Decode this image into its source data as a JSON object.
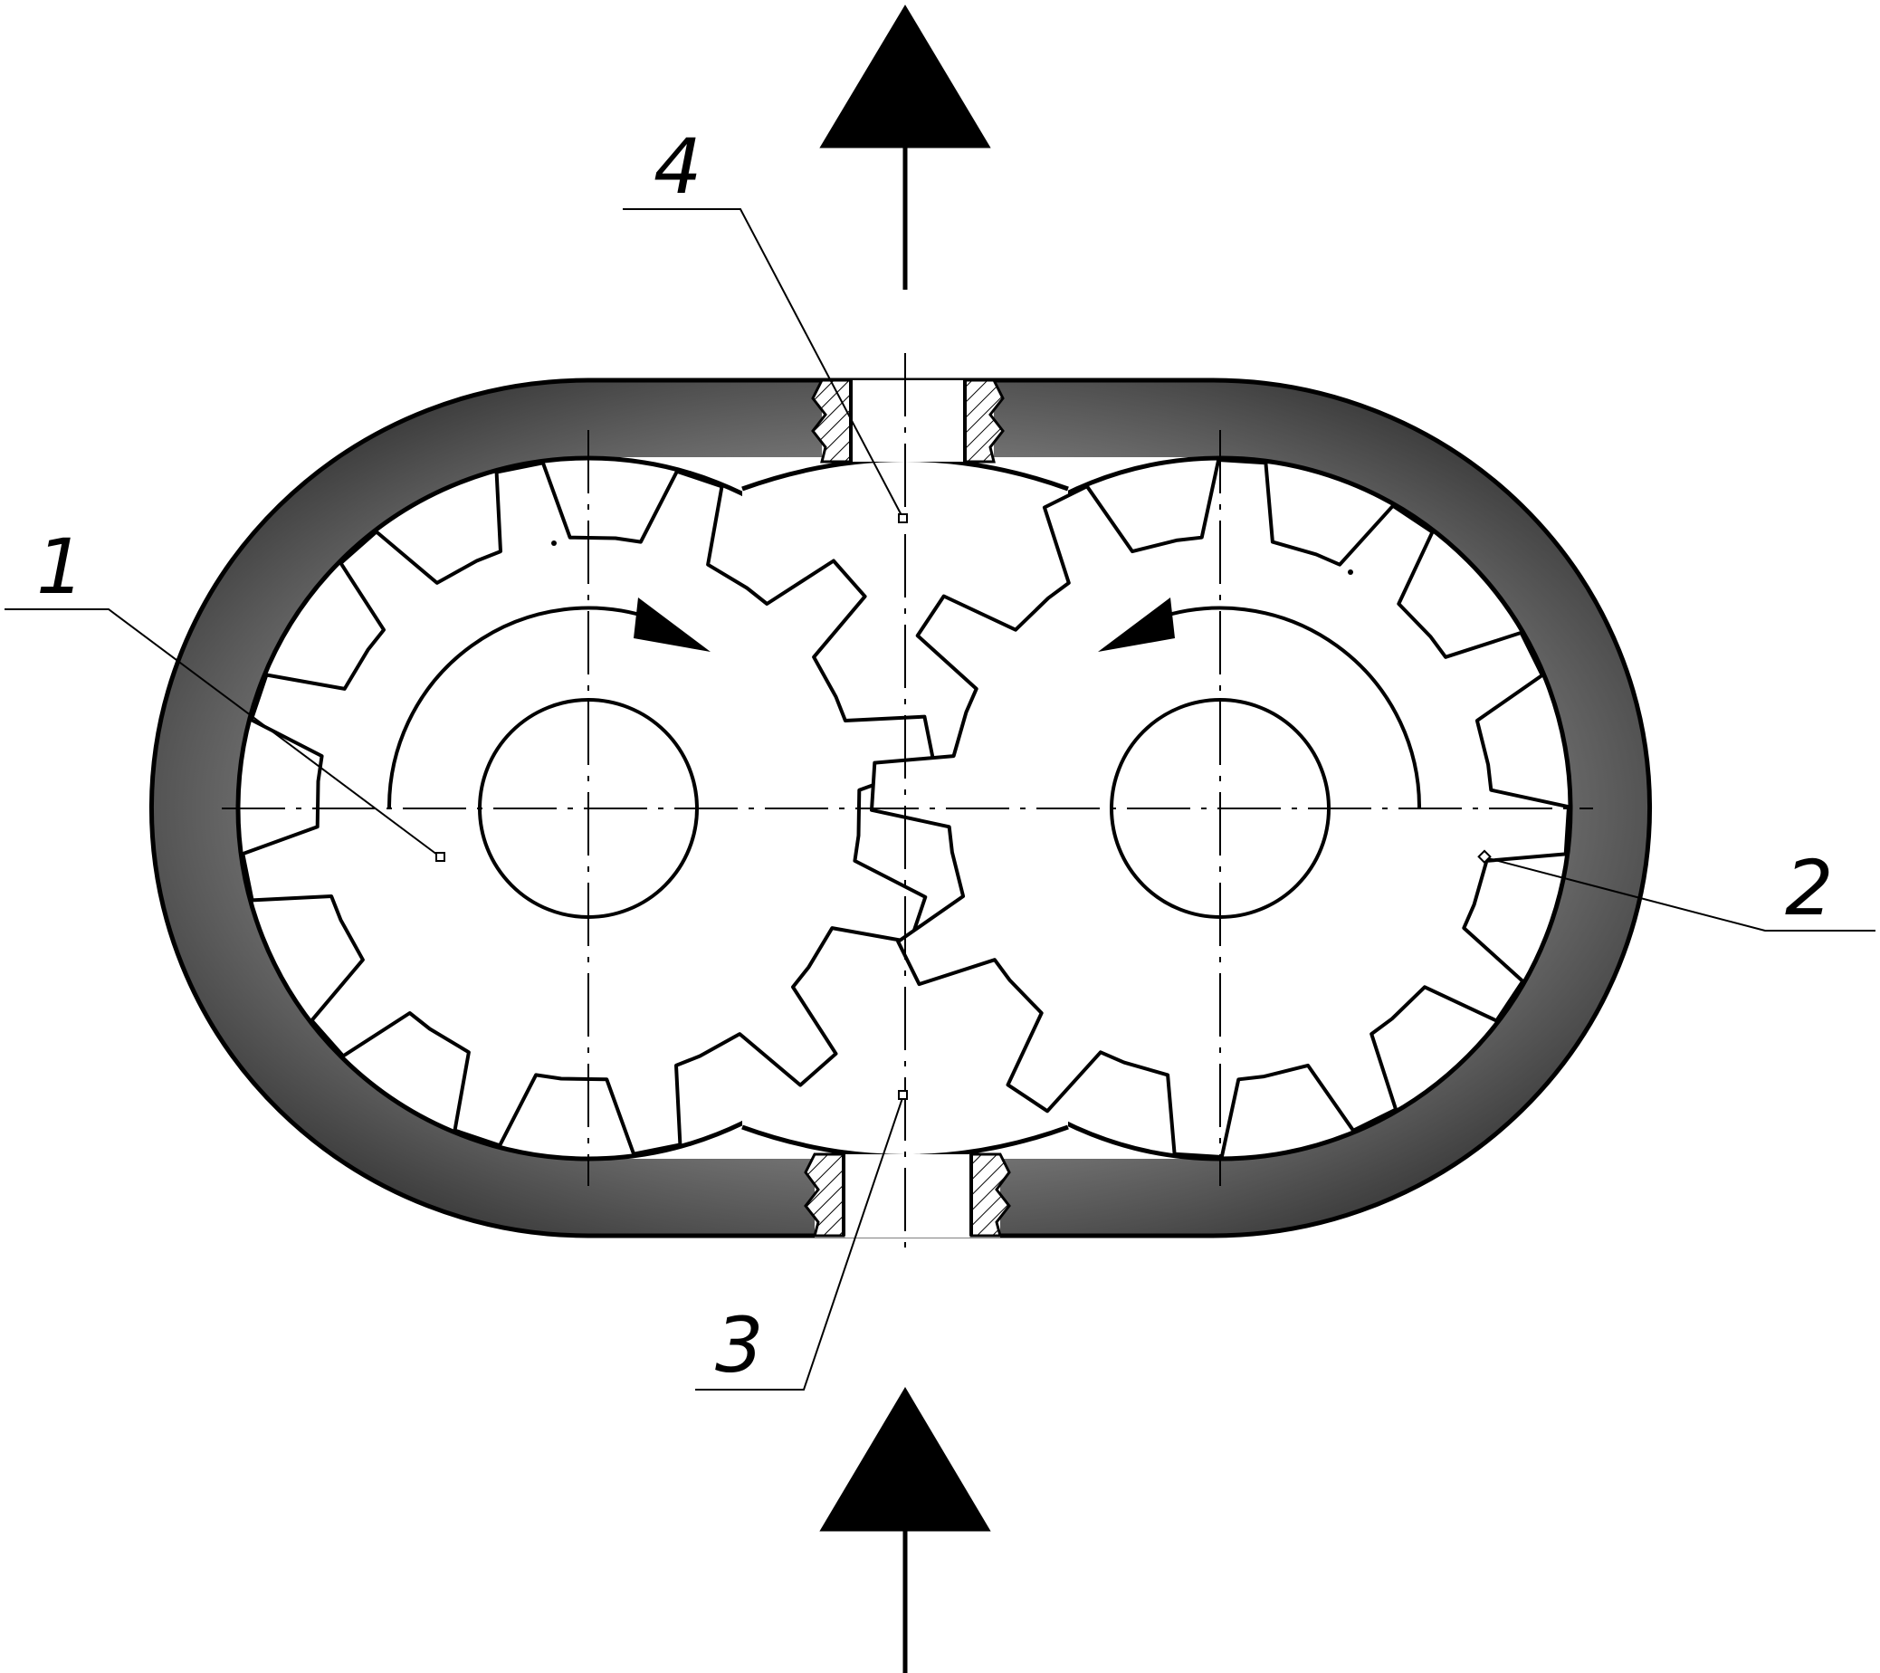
{
  "callouts": [
    {
      "id": "1",
      "text": "1"
    },
    {
      "id": "2",
      "text": "2"
    },
    {
      "id": "3",
      "text": "3"
    },
    {
      "id": "4",
      "text": "4"
    }
  ],
  "flow": {
    "inlet": "bottom",
    "outlet": "top"
  },
  "rotation": {
    "left_gear": "clockwise",
    "right_gear": "counterclockwise"
  },
  "colors": {
    "housing_dark": "#2c2c2c",
    "housing_light": "#a8a8a8",
    "line": "#000000"
  }
}
